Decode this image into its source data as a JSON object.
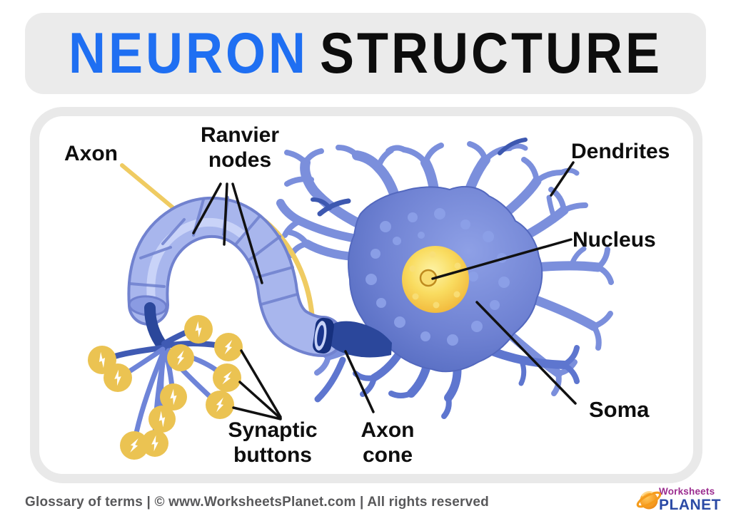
{
  "title": {
    "part1": "NEURON",
    "part2": "STRUCTURE"
  },
  "diagram": {
    "labels": {
      "axon": "Axon",
      "ranvier_nodes": "Ranvier nodes",
      "dendrites": "Dendrites",
      "nucleus": "Nucleus",
      "soma": "Soma",
      "synaptic_buttons": "Synaptic buttons",
      "axon_cone": "Axon cone"
    },
    "synaptic_button_count": 11,
    "myelin_segment_count": 8
  },
  "footer": {
    "text": "Glossary of terms | © www.WorksheetsPlanet.com | All rights reserved"
  },
  "logo": {
    "top": "Worksheets",
    "bottom": "PLANET"
  },
  "colors": {
    "title_accent": "#1f6ff2",
    "title_dark": "#0d0d0d",
    "banner_bg": "#ebebeb",
    "card_border": "#e9e9e9",
    "dendrite_blue": "#7b8fdc",
    "soma_blue": "#6478cc",
    "axon_tube_blue": "#a8b6ed",
    "dark_navy": "#2b479b",
    "nucleus_gold": "#f5c94c",
    "button_yellow": "#ebc352",
    "arc_yellow": "#efcb62",
    "label_black": "#0e0e0e",
    "footer_gray": "#58585a",
    "logo_magenta": "#9b2c8f",
    "logo_blue": "#2b4aa5",
    "logo_orange": "#f59c1c"
  }
}
